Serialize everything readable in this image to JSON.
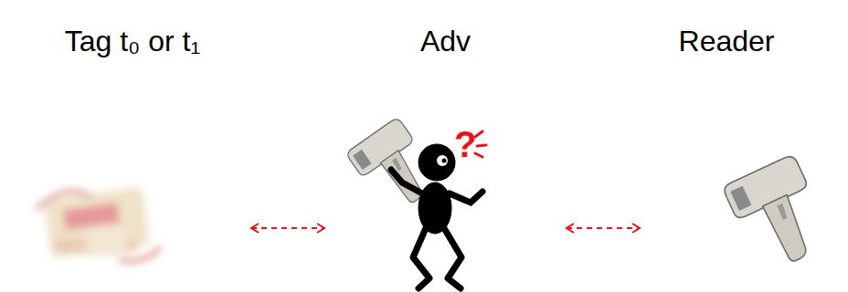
{
  "diagram": {
    "nodes": [
      {
        "text": [
          "Tag t₀ or t₁"
        ]
      },
      {
        "text": [
          "Adv"
        ]
      },
      {
        "text": [
          "Reader"
        ]
      }
    ],
    "edges": [
      {
        "from": 0,
        "to": 1,
        "arrow": "both"
      },
      {
        "from": 1,
        "to": 2,
        "arrow": "both"
      }
    ],
    "labels": [
      "?"
    ]
  }
}
